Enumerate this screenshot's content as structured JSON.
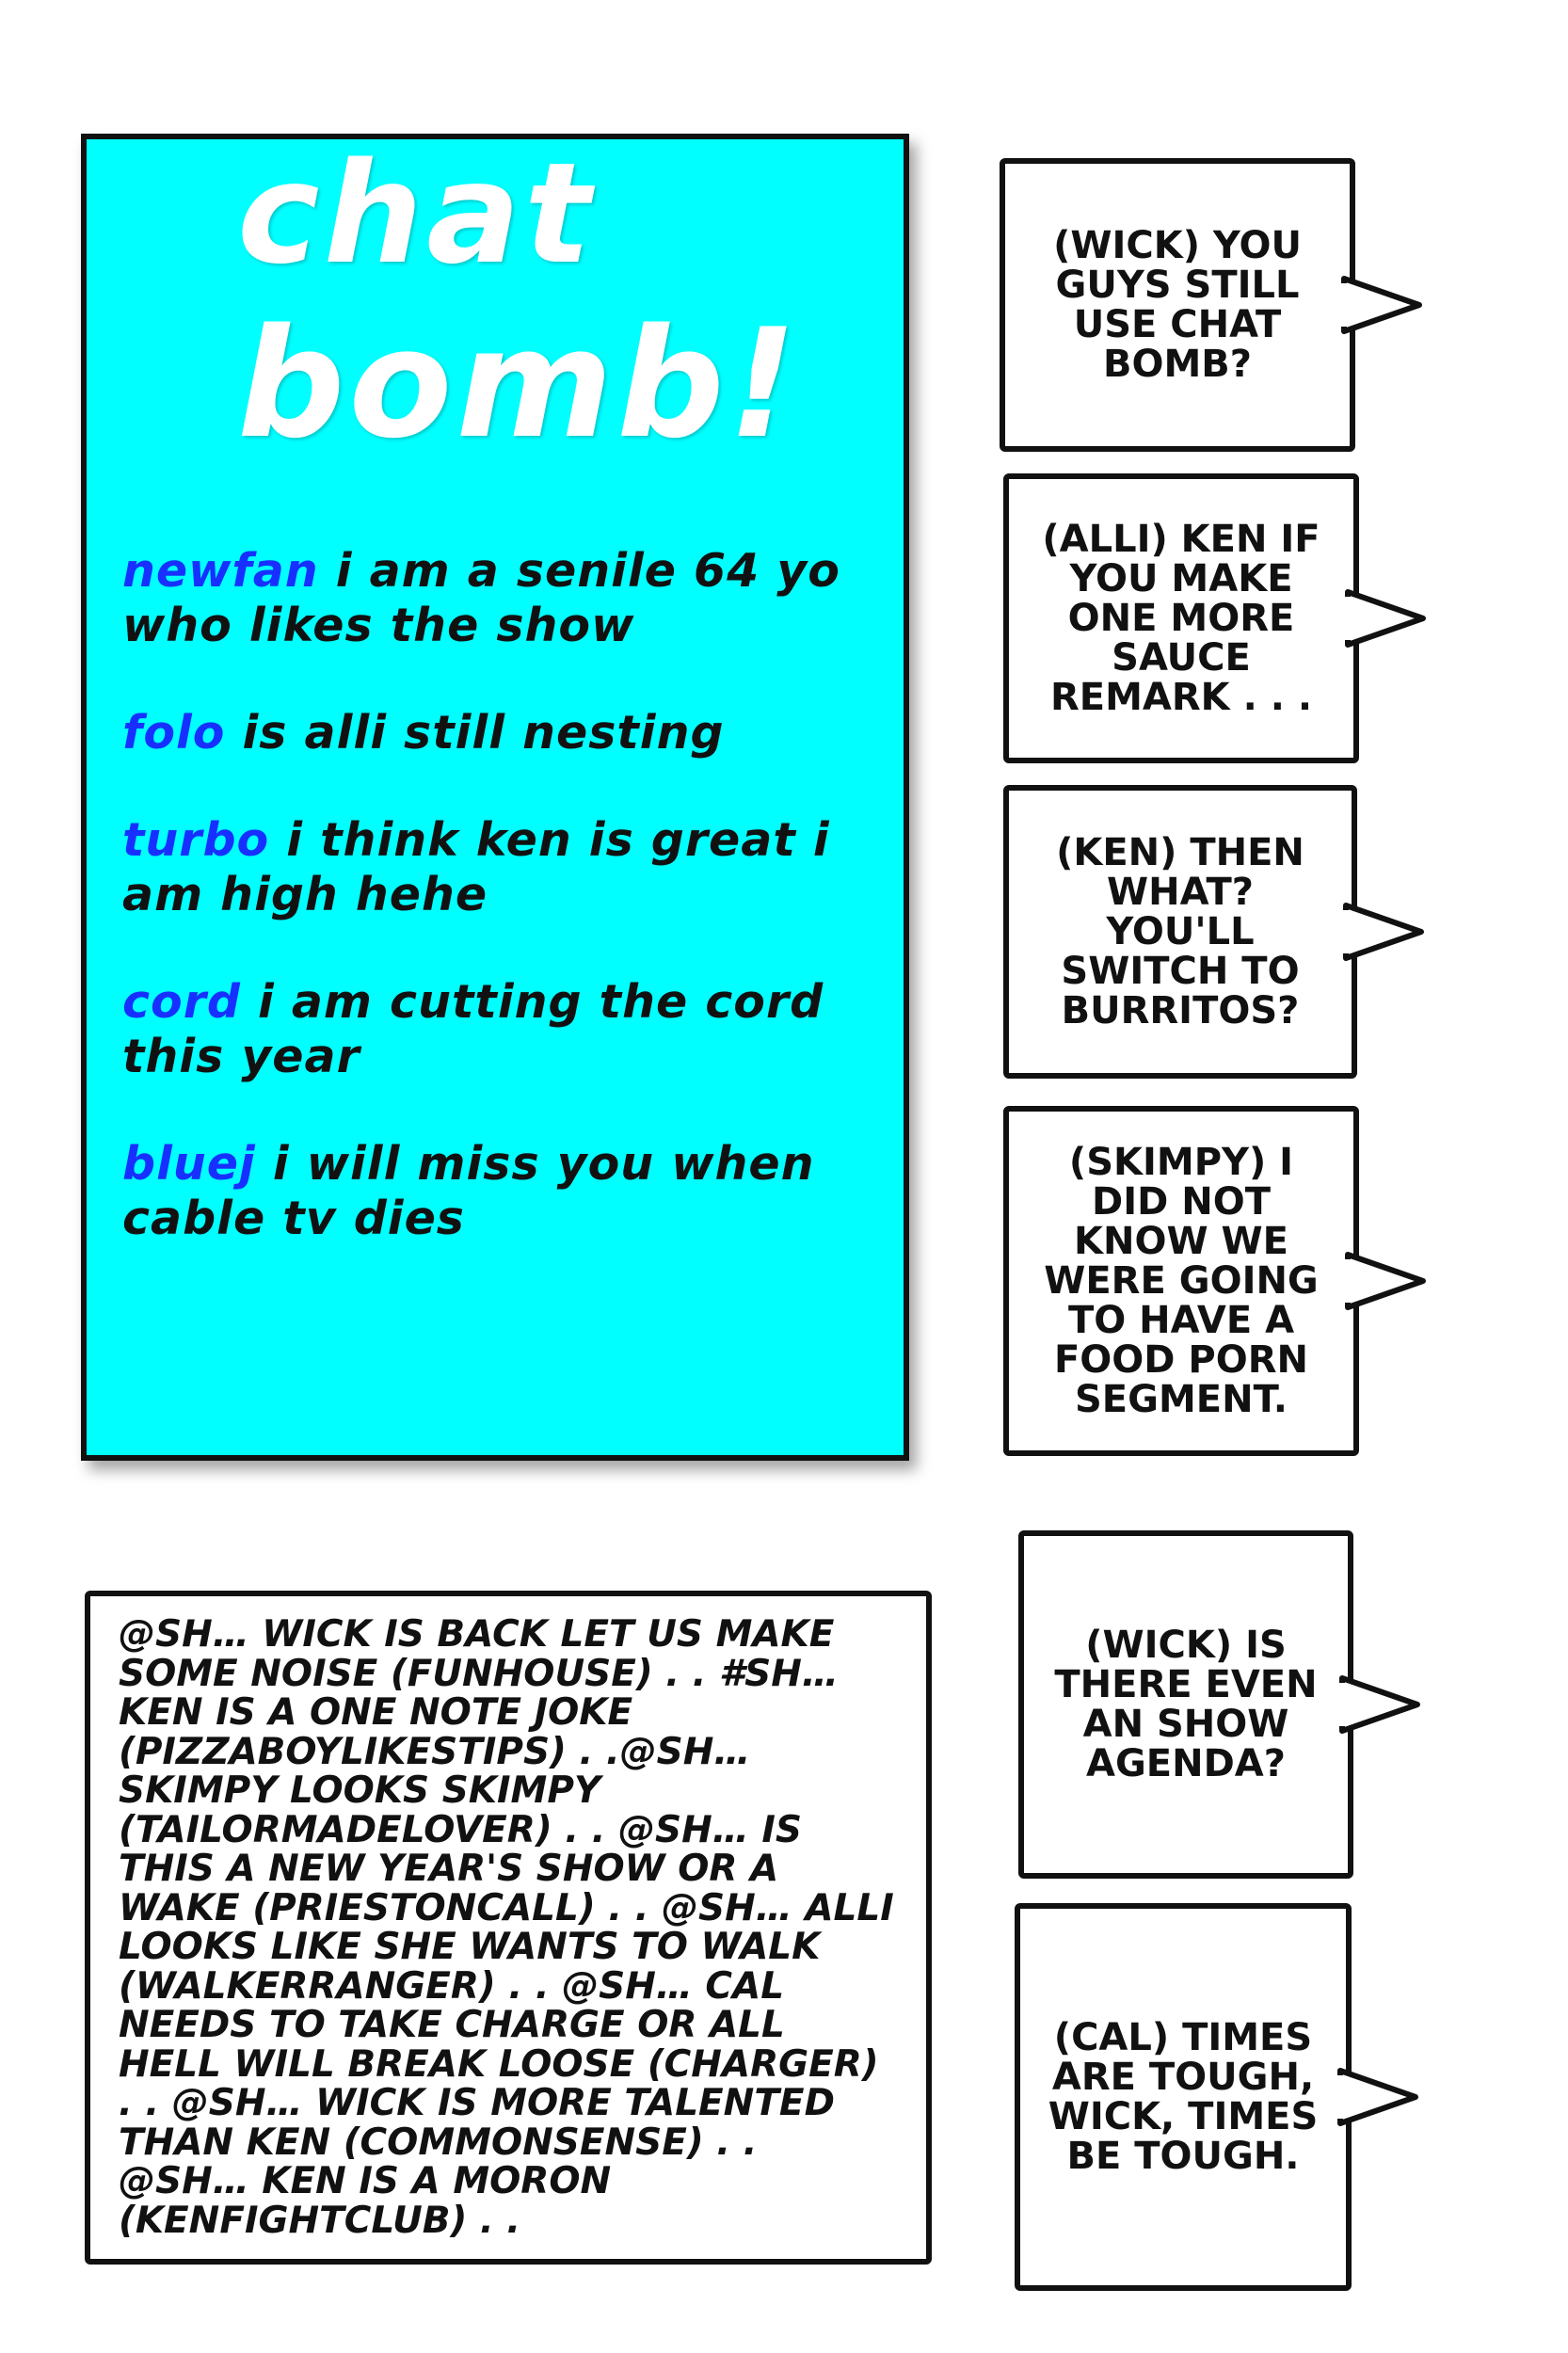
{
  "chat_panel": {
    "title_line1": "chat",
    "title_line2": "bomb!",
    "background_color": "#00ffff",
    "username_color": "#1830ff",
    "messages": [
      {
        "user": "newfan",
        "text": "i am a senile 64 yo who likes the show"
      },
      {
        "user": "folo",
        "text": "is alli still nesting"
      },
      {
        "user": "turbo",
        "text": "i think ken is great i am high hehe"
      },
      {
        "user": "cord",
        "text": "i am cutting the cord this year"
      },
      {
        "user": "bluej",
        "text": "i will miss you when cable tv dies"
      }
    ]
  },
  "bubbles": [
    {
      "text": "(WICK) YOU GUYS STILL USE CHAT BOMB?"
    },
    {
      "text": "(ALLI) KEN IF YOU MAKE ONE MORE SAUCE REMARK . . ."
    },
    {
      "text": "(KEN) THEN WHAT? YOU'LL SWITCH TO BURRITOS?"
    },
    {
      "text": "(SKIMPY) I DID NOT KNOW WE WERE GOING TO HAVE A FOOD PORN SEGMENT."
    },
    {
      "text": "(WICK) IS THERE EVEN AN SHOW AGENDA?"
    },
    {
      "text": "(CAL) TIMES ARE TOUGH, WICK, TIMES BE TOUGH."
    }
  ],
  "feed": {
    "text": "@SH… WICK IS BACK LET US MAKE SOME NOISE (FUNHOUSE) . . #SH… KEN IS A ONE NOTE JOKE (PIZZABOYLIKESTIPS) . .@SH… SKIMPY LOOKS SKIMPY (TAILORMADELOVER) . . @SH… IS THIS A NEW YEAR'S SHOW OR A WAKE (PRIESTONCALL) . . @SH… ALLI LOOKS LIKE SHE WANTS TO WALK (WALKERRANGER) . . @SH… CAL NEEDS TO TAKE CHARGE OR ALL HELL WILL BREAK LOOSE (CHARGER) . . @SH… WICK IS MORE TALENTED THAN KEN (COMMONSENSE) . . @SH… KEN IS A MORON (KENFIGHTCLUB) . ."
  }
}
